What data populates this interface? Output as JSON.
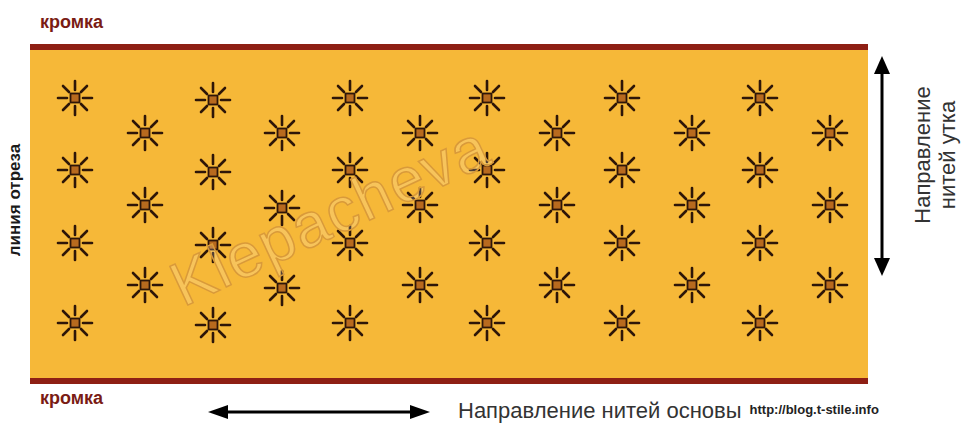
{
  "diagram": {
    "labels": [
      "кромка",
      "кромка",
      "линия отреза",
      "Направление нитей утка",
      "Направление нитей основы",
      "http://blog.t-stile.info",
      "Klepacheva"
    ]
  }
}
